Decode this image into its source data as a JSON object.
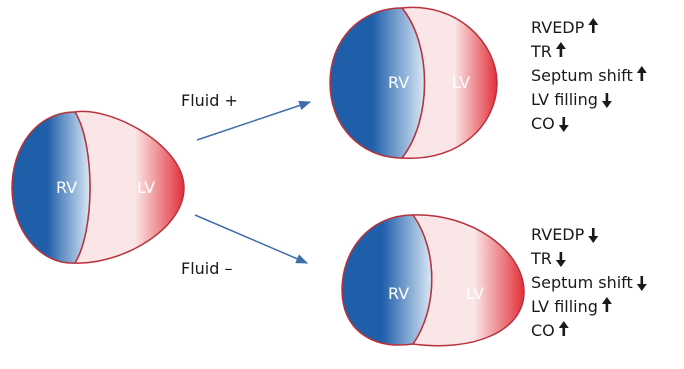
{
  "colors": {
    "rv_dark": "#1F5FAA",
    "rv_light": "#D9E8F5",
    "lv_light": "#FBE6E7",
    "lv_dark": "#E2303A",
    "outline": "#B8323C",
    "arrow": "#3F6EA8",
    "text": "#1A1A1A"
  },
  "hearts": {
    "baseline": {
      "rv_label": "RV",
      "lv_label": "LV"
    },
    "fluid_plus": {
      "rv_label": "RV",
      "lv_label": "LV"
    },
    "fluid_minus": {
      "rv_label": "RV",
      "lv_label": "LV"
    }
  },
  "arrows": {
    "fluid_plus": {
      "label": "Fluid +"
    },
    "fluid_minus": {
      "label": "Fluid –"
    }
  },
  "effects": {
    "fluid_plus": [
      {
        "label": "RVEDP",
        "direction": "up"
      },
      {
        "label": "TR",
        "direction": "up"
      },
      {
        "label": "Septum shift",
        "direction": "up"
      },
      {
        "label": "LV filling",
        "direction": "down"
      },
      {
        "label": "CO",
        "direction": "down"
      }
    ],
    "fluid_minus": [
      {
        "label": "RVEDP",
        "direction": "down"
      },
      {
        "label": "TR",
        "direction": "down"
      },
      {
        "label": "Septum shift",
        "direction": "down"
      },
      {
        "label": "LV filling",
        "direction": "up"
      },
      {
        "label": "CO",
        "direction": "up"
      }
    ]
  }
}
